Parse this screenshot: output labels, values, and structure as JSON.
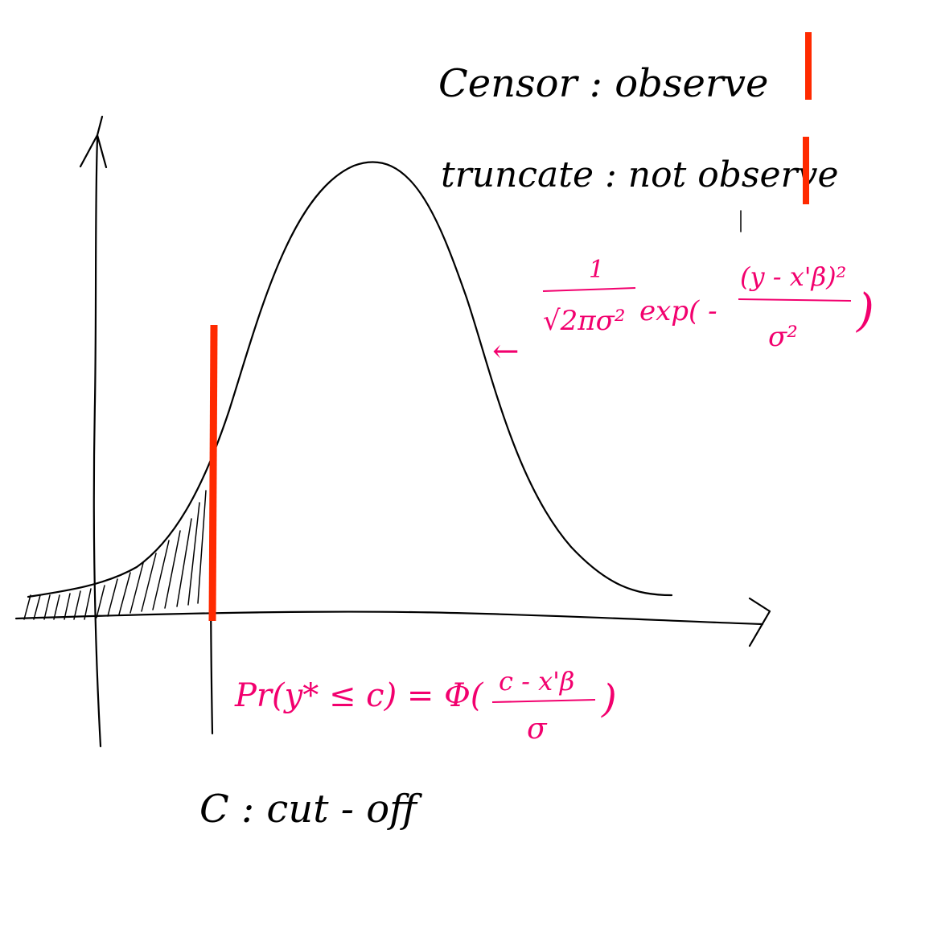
{
  "labels": {
    "censor": "Censor : observe",
    "truncate": "truncate : not observe",
    "cutoff": "C : cut - off",
    "density_formula": "1/√(2πσ²) exp( - (y - x'β)² / σ² )",
    "cdf_formula": "Pr(y* ≤ c) = Φ( (c - x'β) / σ )"
  },
  "formula_parts": {
    "density_numerator": "1",
    "density_denominator": "√2πσ²",
    "density_exp": "exp( -",
    "density_frac_num": "(y - x'β)²",
    "density_frac_den": "σ²",
    "density_close": ")",
    "density_arrow": "←",
    "cdf_left": "Pr(y* ≤ c) = Φ(",
    "cdf_num": "c - x'β",
    "cdf_den": "σ",
    "cdf_close": ")"
  },
  "colors": {
    "ink": "#000000",
    "highlight": "#f2006e",
    "cutoff_bar": "#ff2a00"
  }
}
